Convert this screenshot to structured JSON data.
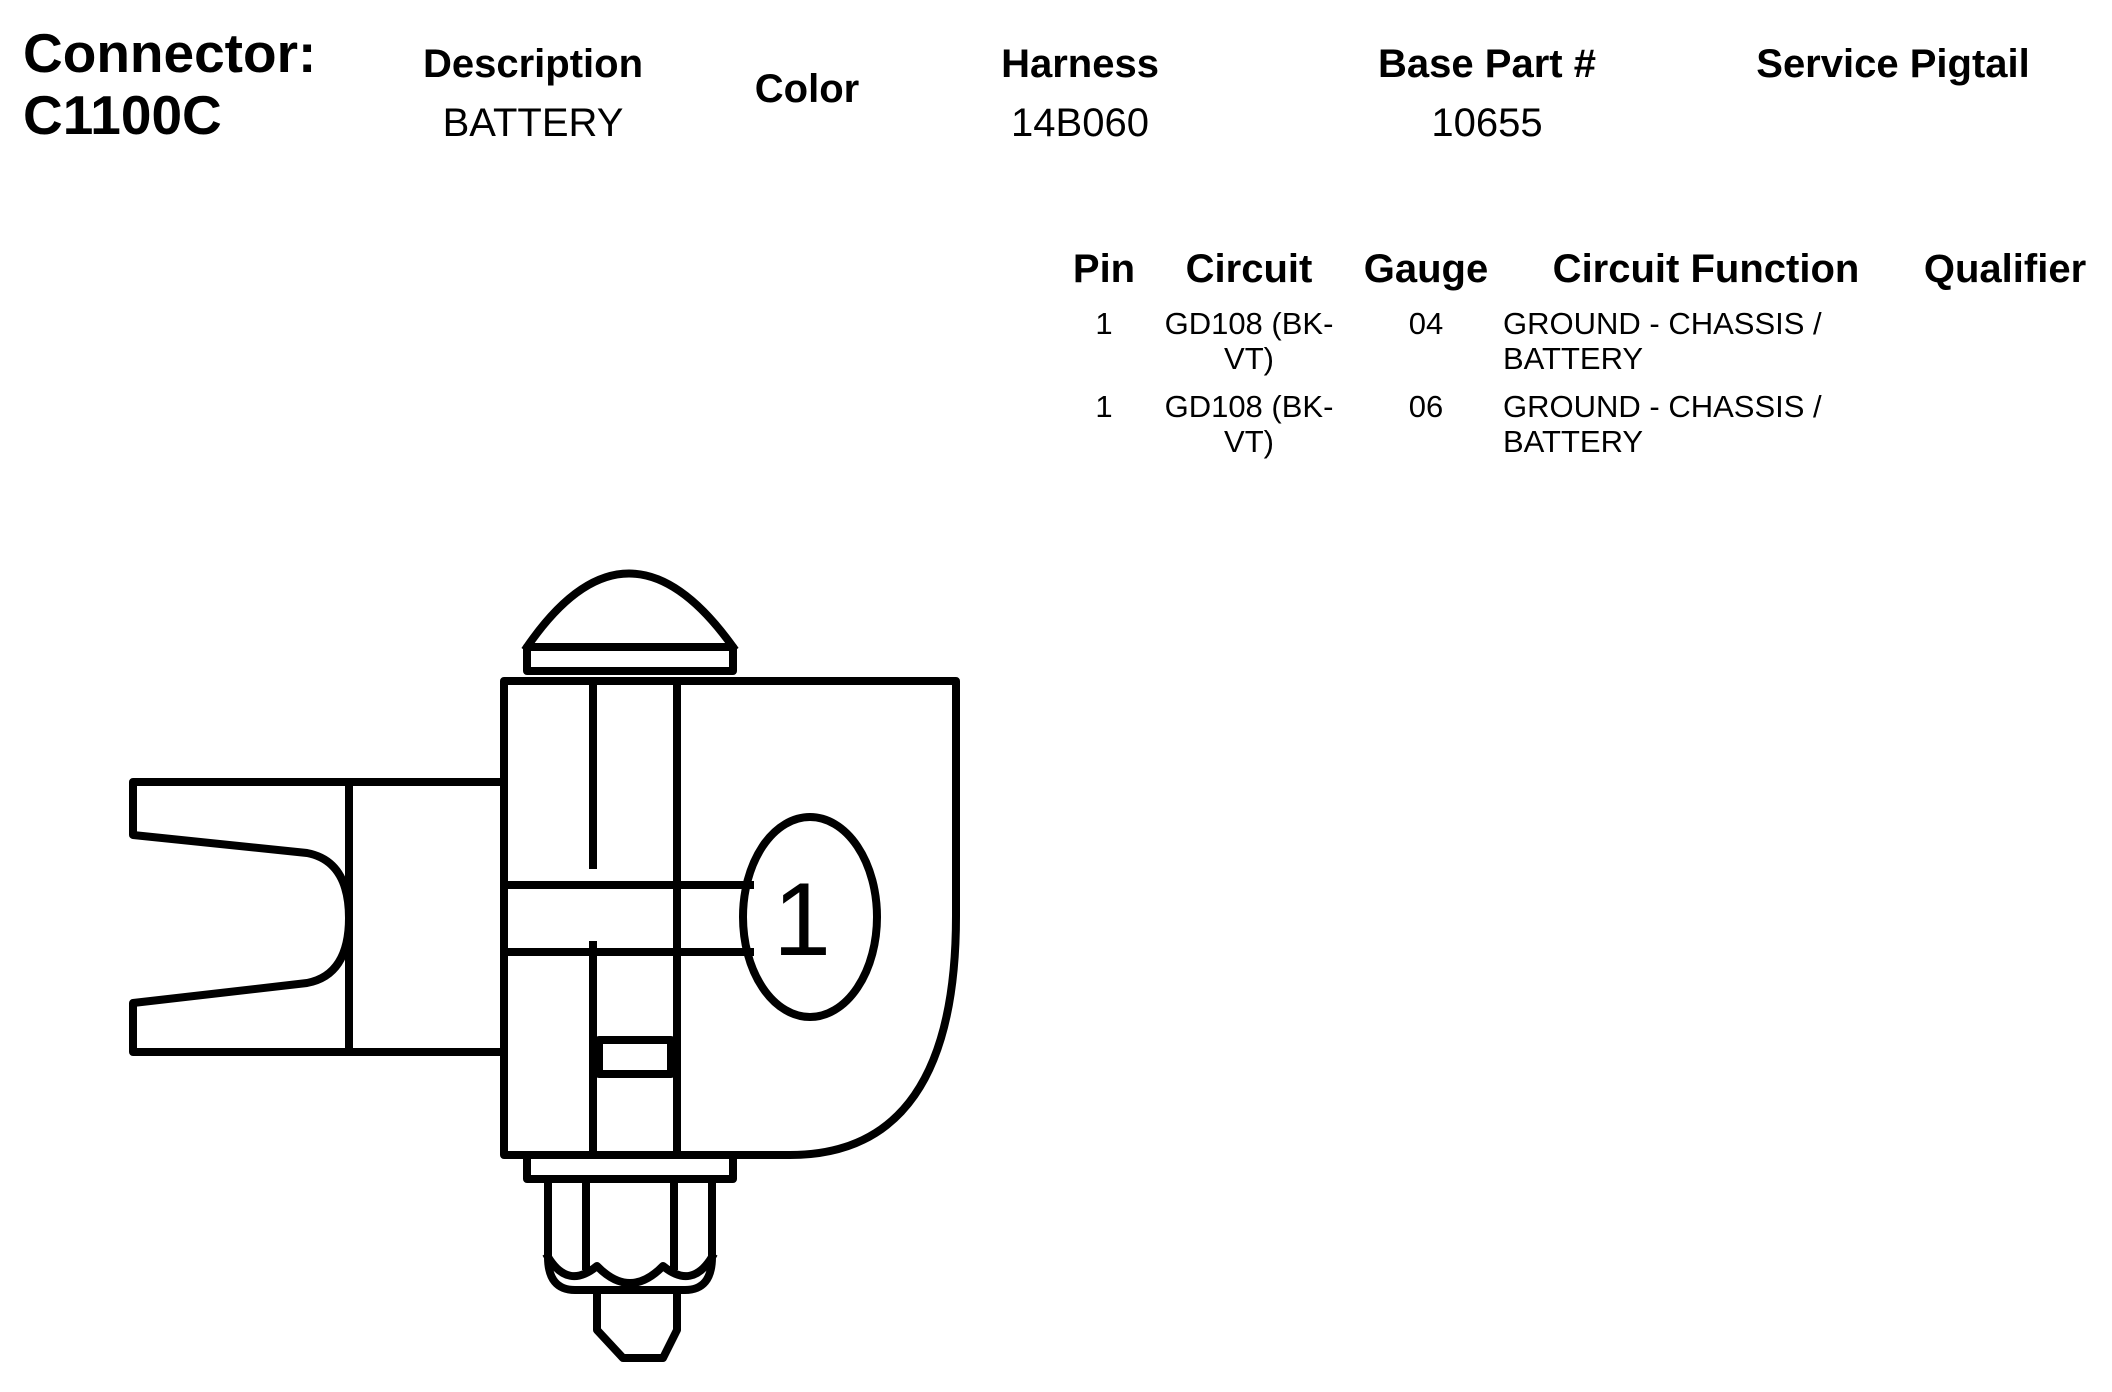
{
  "connector": {
    "label": "Connector:",
    "id": "C1100C"
  },
  "header": {
    "description_label": "Description",
    "description_value": "BATTERY",
    "color_label": "Color",
    "harness_label": "Harness",
    "harness_value": "14B060",
    "base_part_label": "Base Part #",
    "base_part_value": "10655",
    "service_pigtail_label": "Service Pigtail"
  },
  "pin_table": {
    "columns": [
      "Pin",
      "Circuit",
      "Gauge",
      "Circuit Function",
      "Qualifier"
    ],
    "rows": [
      {
        "pin": "1",
        "circuit_line1": "GD108 (BK-",
        "circuit_line2": "VT)",
        "gauge": "04",
        "function_line1": "GROUND - CHASSIS /",
        "function_line2": "BATTERY",
        "qualifier": ""
      },
      {
        "pin": "1",
        "circuit_line1": "GD108 (BK-",
        "circuit_line2": "VT)",
        "gauge": "06",
        "function_line1": "GROUND - CHASSIS /",
        "function_line2": "BATTERY",
        "qualifier": ""
      }
    ]
  },
  "diagram": {
    "pin_label": "1"
  }
}
